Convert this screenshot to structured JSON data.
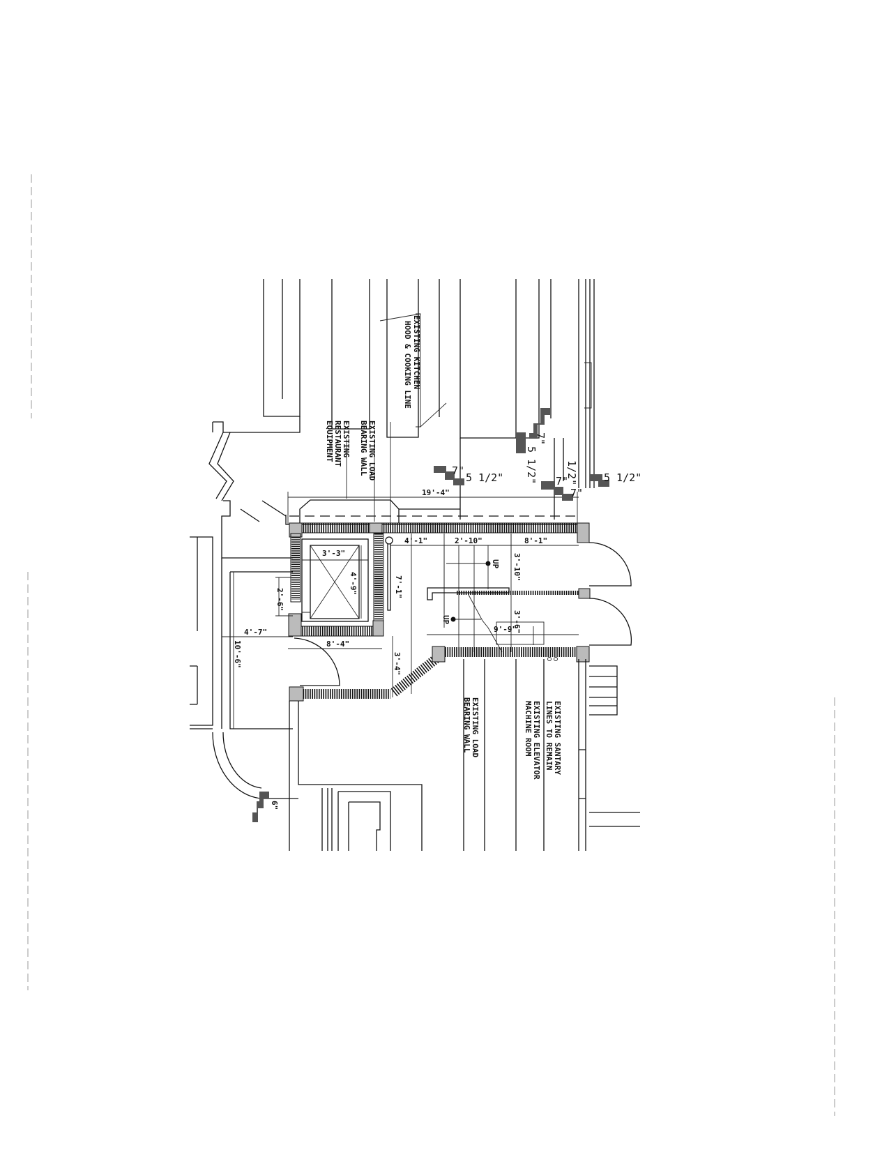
{
  "labels": {
    "kitchen_hood": [
      "EXISTING KITCHEN",
      "HOOD & COOKING LINE"
    ],
    "load_bearing_top": [
      "EXISTING LOAD",
      "BEARING WALL"
    ],
    "restaurant_equipment": [
      "EXISTING",
      "RESTAURANT",
      "EQUIPMENT"
    ],
    "load_bearing_bottom": [
      "EXISTING LOAD",
      "BEARING WALL"
    ],
    "elevator_machine_room": [
      "EXISTING ELEVATOR",
      "MACHINE ROOM"
    ],
    "sanitary_lines": [
      "EXISTING SANTARY",
      "LINES TO REMAIN"
    ],
    "up_1": "UP",
    "up_2": "UP"
  },
  "dimensions": {
    "d19_4": "19'-4\"",
    "d4_1": "4'-1\"",
    "d2_10": "2'-10\"",
    "d8_1": "8'-1\"",
    "d3_3": "3'-3\"",
    "d4_9": "4'-9\"",
    "d7_1": "7'-1\"",
    "d3_10": "3'-10\"",
    "d2_6": "2'-6\"",
    "d4_7": "4'-7\"",
    "d10_6": "10'-6\"",
    "d8_4": "8'-4\"",
    "d3_4": "3'-4\"",
    "d3_6": "3'-6\"",
    "d9_9": "9'-9\""
  },
  "stamps": {
    "s1": "7\"",
    "s2": "5 1/2\"",
    "s3": "7\"",
    "s4": "5 1/2\"",
    "s5": "7\"",
    "s6": "1/2\"",
    "s7": "7\"",
    "s8": "5 1/2\"",
    "s9": "6\""
  }
}
